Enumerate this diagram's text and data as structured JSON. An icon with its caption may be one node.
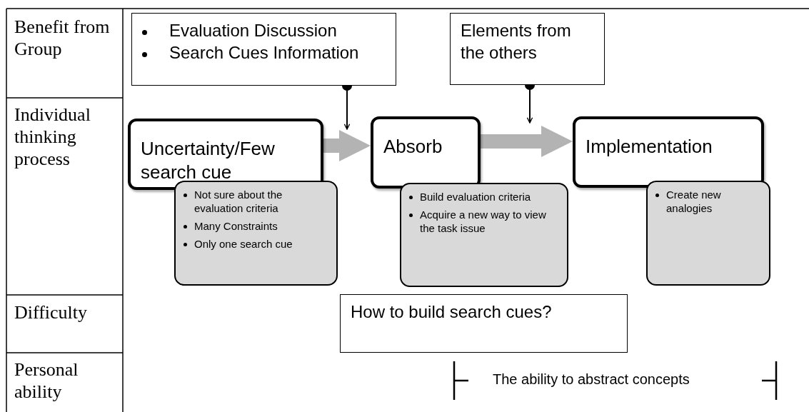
{
  "diagram": {
    "nodes": [
      {
        "text": [
          "Benefit from Group"
        ]
      },
      {
        "text": [
          "Individual thinking process"
        ]
      },
      {
        "text": [
          "Difficulty"
        ]
      },
      {
        "text": [
          "Personal ability"
        ]
      },
      {
        "text": [
          "Evaluation Discussion",
          "Search Cues Information"
        ]
      },
      {
        "text": [
          "Elements from the others"
        ]
      },
      {
        "text": [
          "Uncertainty/Few search cue"
        ]
      },
      {
        "text": [
          "Not sure about the evaluation criteria",
          "Many Constraints",
          "Only one search cue"
        ]
      },
      {
        "text": [
          "Absorb"
        ]
      },
      {
        "text": [
          "Build evaluation criteria",
          "Acquire a new way to view the task issue"
        ]
      },
      {
        "text": [
          "Implementation"
        ]
      },
      {
        "text": [
          "Create new analogies"
        ]
      },
      {
        "text": [
          "How to build search cues?"
        ]
      }
    ],
    "edges": [
      {
        "from": 6,
        "to": 8,
        "arrow": "to",
        "style": "thick",
        "color": "#b3b3b3"
      },
      {
        "from": 8,
        "to": 10,
        "arrow": "to",
        "style": "thick",
        "color": "#b3b3b3"
      },
      {
        "from": 4,
        "to": null,
        "arrow": "to",
        "color": "#000000"
      },
      {
        "from": 5,
        "to": null,
        "arrow": "to",
        "color": "#000000"
      }
    ],
    "labels": [
      "The ability to abstract concepts"
    ]
  }
}
